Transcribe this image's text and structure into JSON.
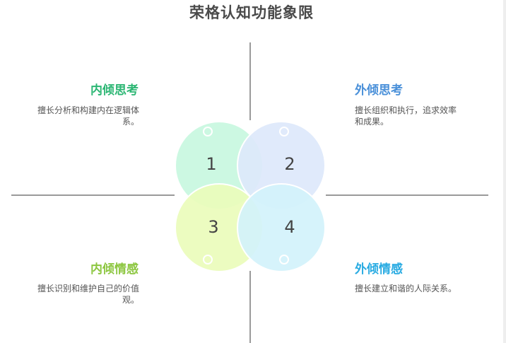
{
  "title": "荣格认知功能象限",
  "quadrants": [
    {
      "number": "1",
      "title": "内倾思考",
      "description": "擅长分析和构建内在逻辑体系。",
      "color": "#2bb673",
      "fill": "#c8f7df"
    },
    {
      "number": "2",
      "title": "外倾思考",
      "description": "擅长组织和执行，追求效率和成果。",
      "color": "#4a90d9",
      "fill": "#dde8fb"
    },
    {
      "number": "3",
      "title": "内倾情感",
      "description": "擅长识别和维护自己的价值观。",
      "color": "#8cc63f",
      "fill": "#eafcbb"
    },
    {
      "number": "4",
      "title": "外倾情感",
      "description": "擅长建立和谐的人际关系。",
      "color": "#29abe2",
      "fill": "#d3f2fb"
    }
  ]
}
